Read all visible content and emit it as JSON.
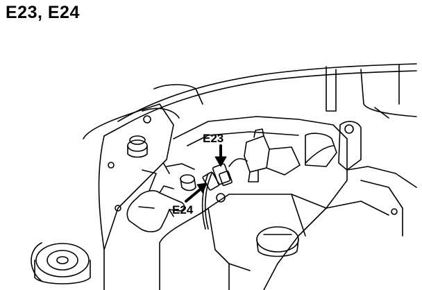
{
  "title": "E23, E24",
  "callouts": {
    "e23": "E23",
    "e24": "E24"
  },
  "colors": {
    "ink": "#000000",
    "paper": "#ffffff"
  }
}
